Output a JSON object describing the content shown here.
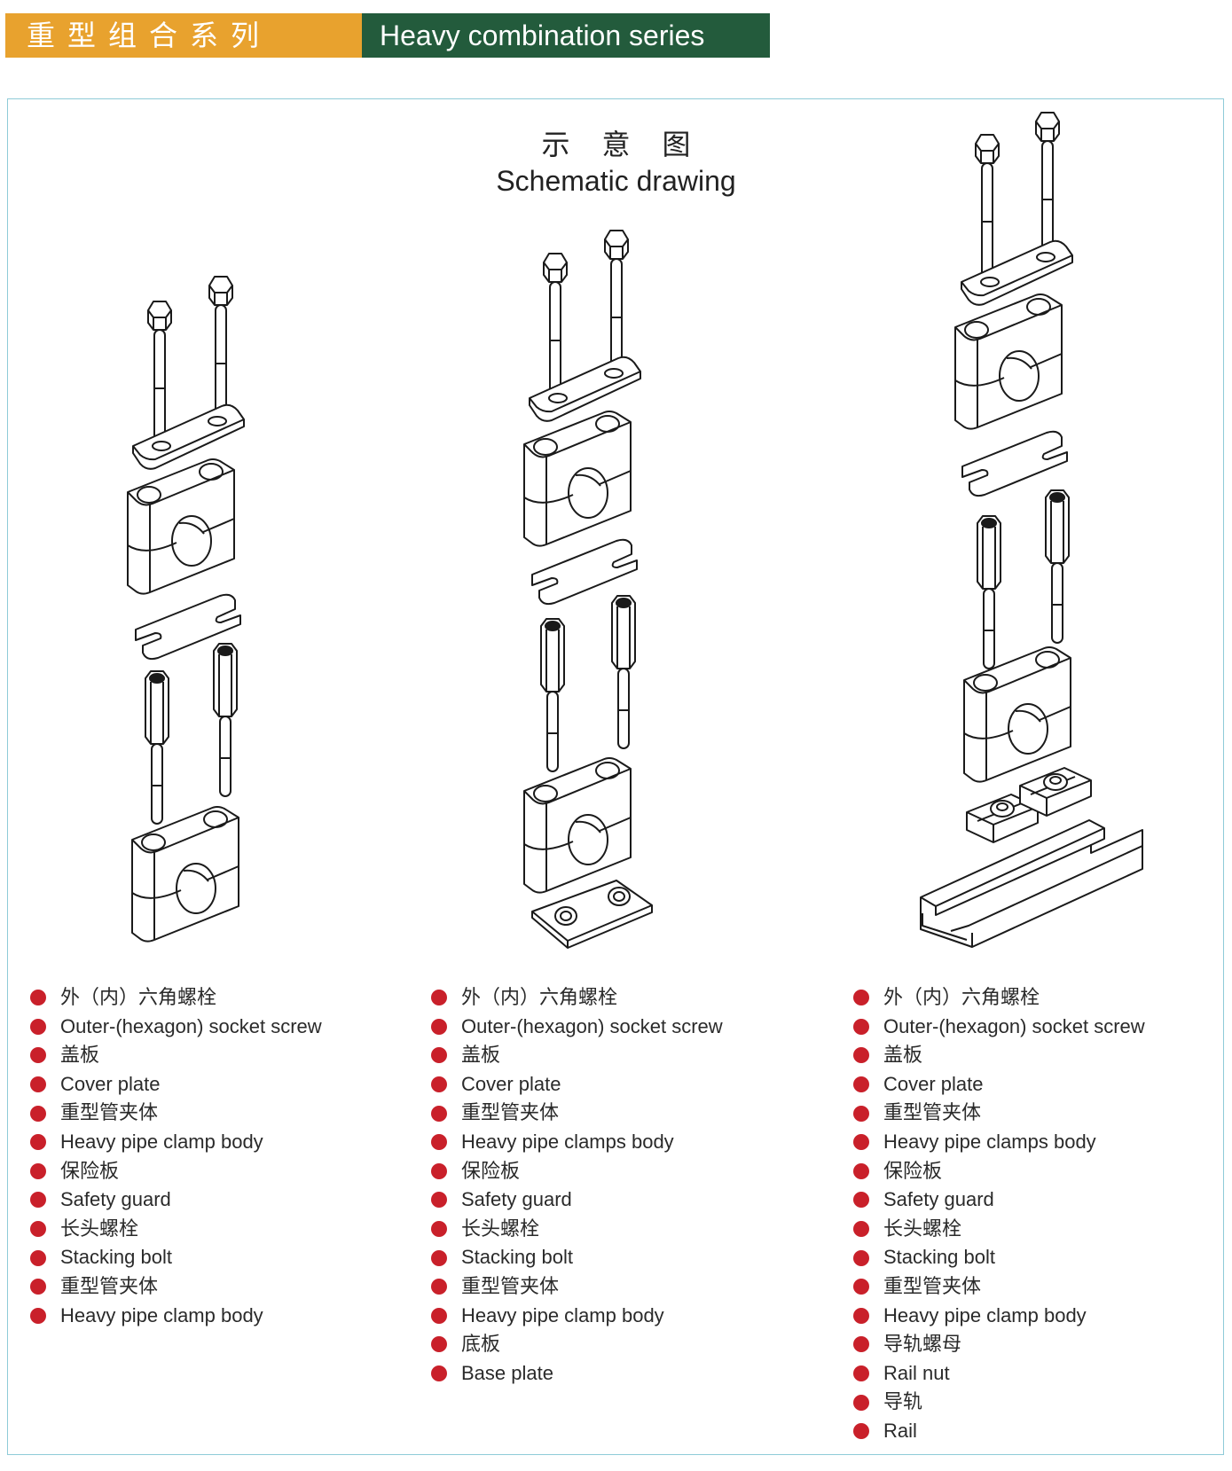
{
  "header": {
    "title_cn": "重型组合系列",
    "title_en": "Heavy combination series",
    "colors": {
      "orange": "#e8a22e",
      "green": "#235b3c",
      "bullet": "#c9202a",
      "frame": "#8fcbd8"
    }
  },
  "schematic": {
    "title_cn": "示意图",
    "title_en": "Schematic drawing"
  },
  "columns": [
    {
      "items": [
        "外（内）六角螺栓",
        "Outer-(hexagon) socket screw",
        "盖板",
        "Cover plate",
        "重型管夹体",
        "Heavy pipe clamp body",
        "保险板",
        "Safety guard",
        "长头螺栓",
        "Stacking bolt",
        "重型管夹体",
        "Heavy pipe clamp body"
      ]
    },
    {
      "items": [
        "外（内）六角螺栓",
        "Outer-(hexagon) socket screw",
        "盖板",
        "Cover plate",
        "重型管夹体",
        "Heavy pipe clamps body",
        "保险板",
        "Safety guard",
        "长头螺栓",
        "Stacking bolt",
        "重型管夹体",
        "Heavy pipe clamp body",
        "底板",
        "Base plate"
      ]
    },
    {
      "items": [
        "外（内）六角螺栓",
        "Outer-(hexagon) socket screw",
        "盖板",
        "Cover plate",
        "重型管夹体",
        "Heavy pipe clamps body",
        "保险板",
        "Safety guard",
        "长头螺栓",
        "Stacking bolt",
        "重型管夹体",
        "Heavy pipe clamp body",
        "导轨螺母",
        "Rail nut",
        "导轨",
        "Rail"
      ]
    }
  ],
  "icons": {
    "bullet": "red-dot-icon"
  }
}
